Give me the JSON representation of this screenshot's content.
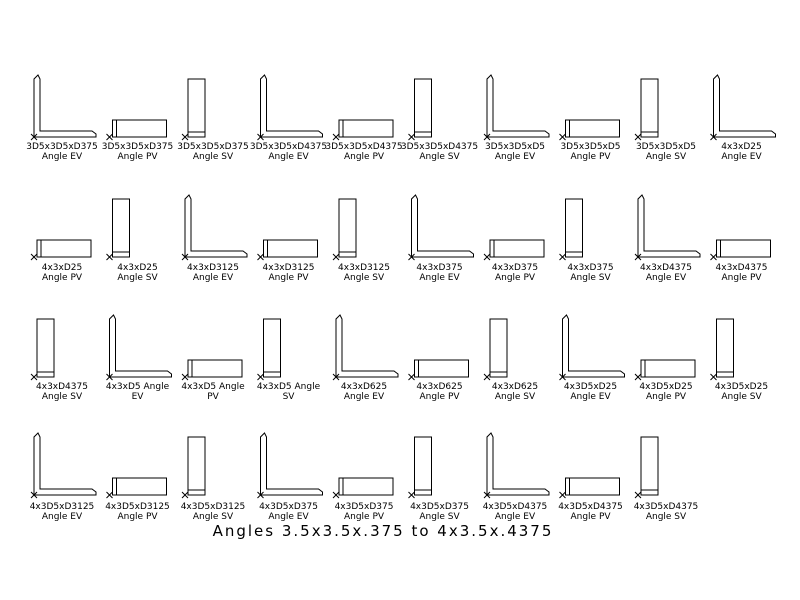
{
  "title": "Angles  3.5x3.5x.375  to  4x3.5x.4375",
  "rows": [
    [
      {
        "view": "EV",
        "label": [
          "3D5x3D5xD375",
          "Angle  EV"
        ]
      },
      {
        "view": "PV",
        "label": [
          "3D5x3D5xD375",
          "Angle  PV"
        ]
      },
      {
        "view": "SV",
        "label": [
          "3D5x3D5xD375",
          "Angle  SV"
        ]
      },
      {
        "view": "EV",
        "label": [
          "3D5x3D5xD4375",
          "Angle  EV"
        ]
      },
      {
        "view": "PV",
        "label": [
          "3D5x3D5xD4375",
          "Angle  PV"
        ]
      },
      {
        "view": "SV",
        "label": [
          "3D5x3D5xD4375",
          "Angle  SV"
        ]
      },
      {
        "view": "EV",
        "label": [
          "3D5x3D5xD5",
          "Angle  EV"
        ]
      },
      {
        "view": "PV",
        "label": [
          "3D5x3D5xD5",
          "Angle  PV"
        ]
      },
      {
        "view": "SV",
        "label": [
          "3D5x3D5xD5",
          "Angle  SV"
        ]
      },
      {
        "view": "EV",
        "label": [
          "4x3xD25",
          "Angle  EV"
        ]
      }
    ],
    [
      {
        "view": "PV",
        "label": [
          "4x3xD25",
          "Angle  PV"
        ]
      },
      {
        "view": "SV",
        "label": [
          "4x3xD25",
          "Angle  SV"
        ]
      },
      {
        "view": "EV",
        "label": [
          "4x3xD3125",
          "Angle  EV"
        ]
      },
      {
        "view": "PV",
        "label": [
          "4x3xD3125",
          "Angle  PV"
        ]
      },
      {
        "view": "SV",
        "label": [
          "4x3xD3125",
          "Angle  SV"
        ]
      },
      {
        "view": "EV",
        "label": [
          "4x3xD375",
          "Angle  EV"
        ]
      },
      {
        "view": "PV",
        "label": [
          "4x3xD375",
          "Angle  PV"
        ]
      },
      {
        "view": "SV",
        "label": [
          "4x3xD375",
          "Angle  SV"
        ]
      },
      {
        "view": "EV",
        "label": [
          "4x3xD4375",
          "Angle  EV"
        ]
      },
      {
        "view": "PV",
        "label": [
          "4x3xD4375",
          "Angle  PV"
        ]
      }
    ],
    [
      {
        "view": "SV",
        "label": [
          "4x3xD4375",
          "Angle  SV"
        ]
      },
      {
        "view": "EV",
        "label": [
          "4x3xD5  Angle",
          "EV"
        ]
      },
      {
        "view": "PV",
        "label": [
          "4x3xD5  Angle",
          "PV"
        ]
      },
      {
        "view": "SV",
        "label": [
          "4x3xD5  Angle",
          "SV"
        ]
      },
      {
        "view": "EV",
        "label": [
          "4x3xD625",
          "Angle  EV"
        ]
      },
      {
        "view": "PV",
        "label": [
          "4x3xD625",
          "Angle  PV"
        ]
      },
      {
        "view": "SV",
        "label": [
          "4x3xD625",
          "Angle  SV"
        ]
      },
      {
        "view": "EV",
        "label": [
          "4x3D5xD25",
          "Angle  EV"
        ]
      },
      {
        "view": "PV",
        "label": [
          "4x3D5xD25",
          "Angle  PV"
        ]
      },
      {
        "view": "SV",
        "label": [
          "4x3D5xD25",
          "Angle  SV"
        ]
      }
    ],
    [
      {
        "view": "EV",
        "label": [
          "4x3D5xD3125",
          "Angle  EV"
        ]
      },
      {
        "view": "PV",
        "label": [
          "4x3D5xD3125",
          "Angle  PV"
        ]
      },
      {
        "view": "SV",
        "label": [
          "4x3D5xD3125",
          "Angle  SV"
        ]
      },
      {
        "view": "EV",
        "label": [
          "4x3D5xD375",
          "Angle  EV"
        ]
      },
      {
        "view": "PV",
        "label": [
          "4x3D5xD375",
          "Angle  PV"
        ]
      },
      {
        "view": "SV",
        "label": [
          "4x3D5xD375",
          "Angle  SV"
        ]
      },
      {
        "view": "EV",
        "label": [
          "4x3D5xD4375",
          "Angle  EV"
        ]
      },
      {
        "view": "PV",
        "label": [
          "4x3D5xD4375",
          "Angle  PV"
        ]
      },
      {
        "view": "SV",
        "label": [
          "4x3D5xD4375",
          "Angle  SV"
        ]
      }
    ]
  ]
}
